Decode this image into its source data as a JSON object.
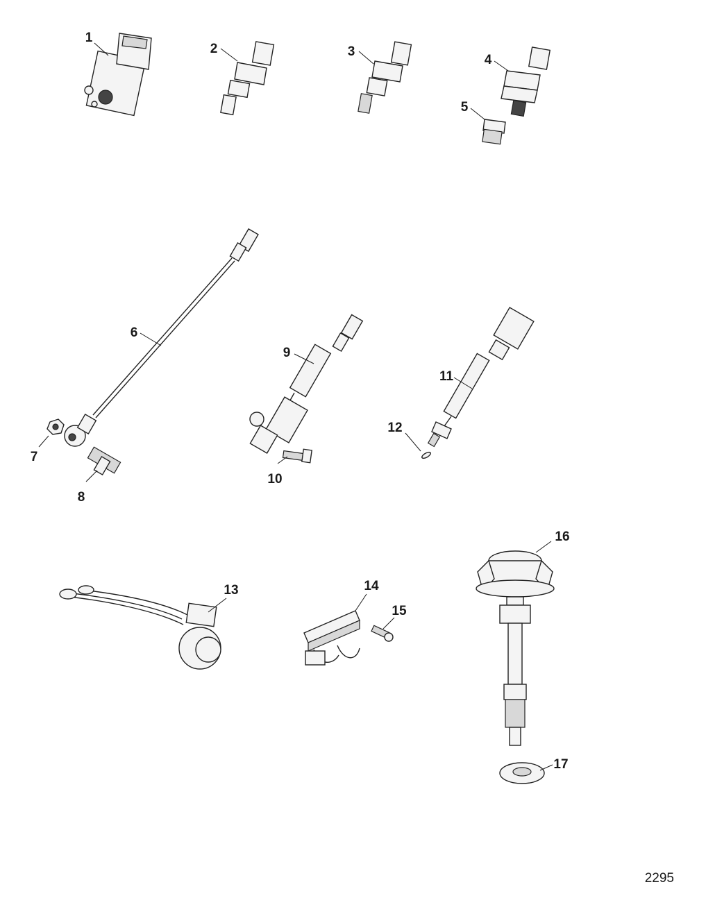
{
  "callouts": [
    "1",
    "2",
    "3",
    "4",
    "5",
    "6",
    "7",
    "8",
    "9",
    "10",
    "11",
    "12",
    "13",
    "14",
    "15",
    "16",
    "17"
  ],
  "figure_id": "2295"
}
